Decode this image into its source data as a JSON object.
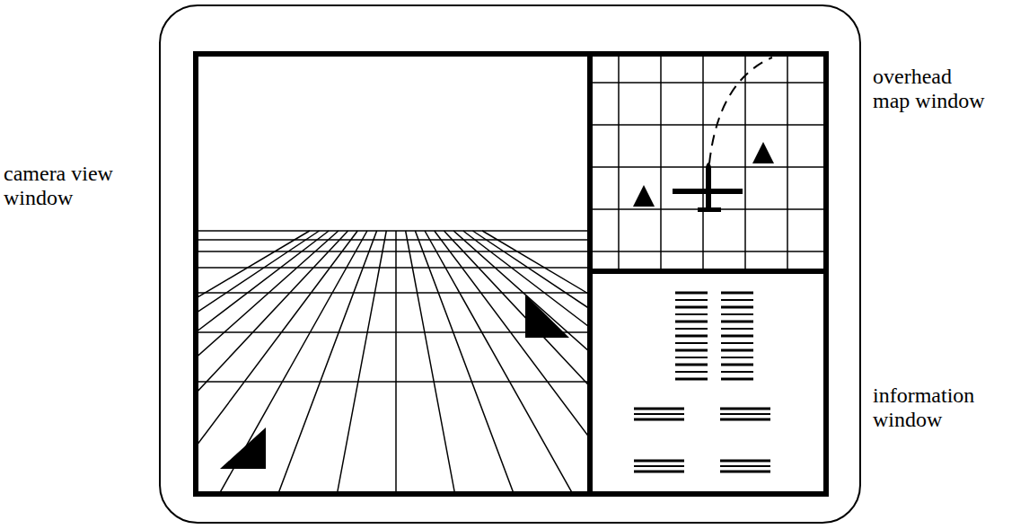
{
  "diagram": {
    "labels": [
      "camera view window",
      "overhead map window",
      "information window"
    ]
  }
}
